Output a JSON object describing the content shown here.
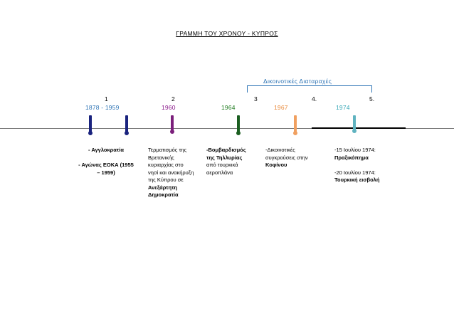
{
  "title": "ΓΡΑΜΜΗ ΤΟΥ ΧΡΟΝΟΥ - ΚΥΠΡΟΣ",
  "bracket_label": "Δικοινοτικές Διαταραχές",
  "numbers": [
    "1",
    "2",
    "3",
    "4.",
    "5."
  ],
  "years": [
    {
      "label": "1878 - 1959",
      "color": "#2E74B5"
    },
    {
      "label": "1960",
      "color": "#8B1A8B"
    },
    {
      "label": "1964",
      "color": "#1E7A1E"
    },
    {
      "label": "1967",
      "color": "#E98A3C"
    },
    {
      "label": "1974",
      "color": "#3AA9B8"
    }
  ],
  "markers": [
    {
      "color": "#1A237E"
    },
    {
      "color": "#1A237E"
    },
    {
      "color": "#7B1F7B"
    },
    {
      "color": "#1B5E20"
    },
    {
      "color": "#F0A060"
    },
    {
      "color": "#5FB3C0"
    }
  ],
  "descriptions": {
    "d1": {
      "line1": "- Αγγλοκρατία",
      "line2": "- Αγώνας ΕΟΚΑ (1955",
      "line3": "– 1959)"
    },
    "d2": {
      "line1": "Τερματισμός της",
      "line2": "Βρετανικής",
      "line3": "κυριαρχίας στο",
      "line4": "νησί και ανακήρυξη",
      "line5": "της Κύπρου σε",
      "line6": "Ανεξάρτητη",
      "line7": "Δημοκρατία"
    },
    "d3": {
      "line1": "-Βομβαρδισμός",
      "line2": "της Τηλλυρίας",
      "line3": "από τουρκικά",
      "line4": "αεροπλάνα"
    },
    "d4": {
      "line1": "-Δικοινοτικές",
      "line2": "συγκρούσεις στην",
      "line3": "Κοφίνου"
    },
    "d5": {
      "line1": "-15 Ιουλίου 1974:",
      "line2": "Πραξικόπημα",
      "line3": "-20 Ιουλίου 1974:",
      "line4": "Τουρκική εισβολή"
    }
  }
}
